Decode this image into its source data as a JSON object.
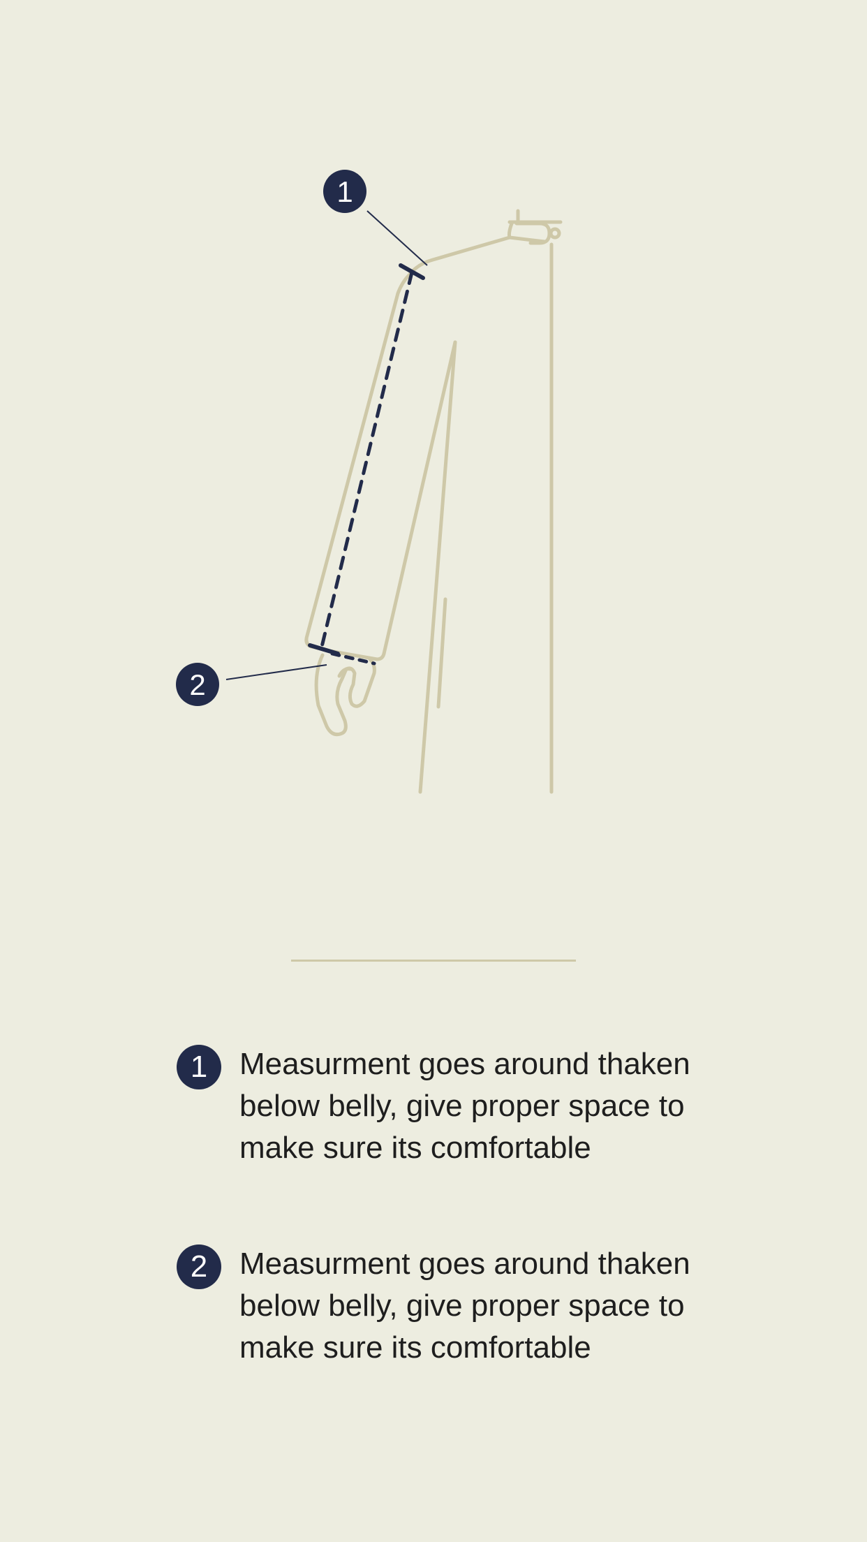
{
  "colors": {
    "background": "#EDEDE0",
    "outline": "#CEC8A8",
    "accent": "#222B4A",
    "text": "#1E1E1E"
  },
  "illustration": {
    "marker_1_label": "1",
    "marker_2_label": "2"
  },
  "instructions": [
    {
      "number": "1",
      "text": "Measurment goes around thaken below belly, give proper space to make sure its comfortable"
    },
    {
      "number": "2",
      "text": "Measurment goes around thaken below belly, give proper space to make sure its comfortable"
    }
  ]
}
